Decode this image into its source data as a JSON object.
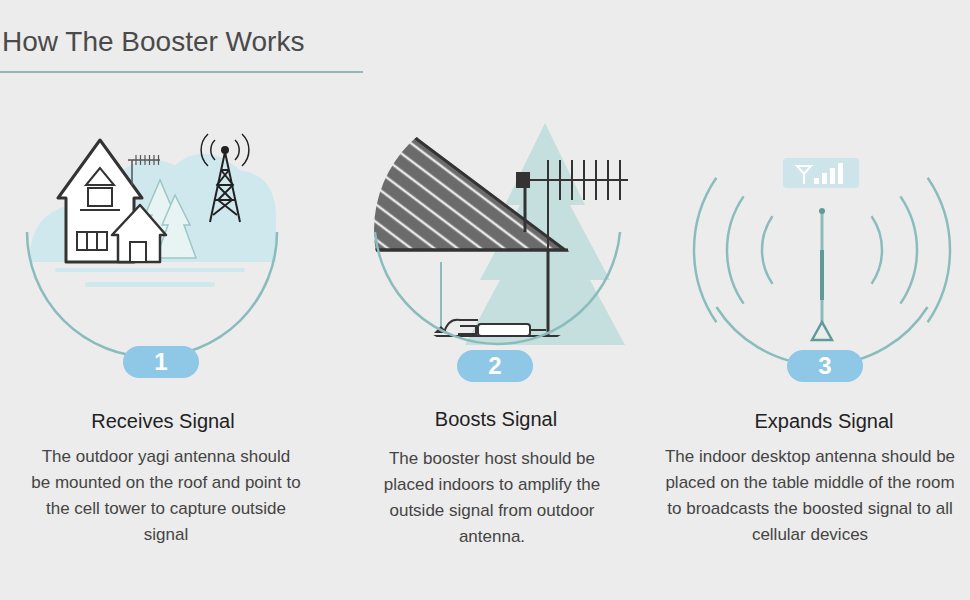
{
  "diagram": {
    "title": "How The Booster Works",
    "nodes": [
      {
        "text": [
          "1"
        ]
      },
      {
        "text": [
          "2"
        ]
      },
      {
        "text": [
          "3"
        ]
      }
    ],
    "labels": [
      "Receives Signal",
      "The outdoor yagi antenna should be mounted on the roof and point to the cell tower to capture outside signal",
      "Boosts Signal",
      "The booster host should be placed indoors to amplify the outside signal from outdoor antenna.",
      "Expands Signal",
      "The indoor desktop antenna should be placed on the table middle of the room to broadcasts the boosted signal to all cellular devices"
    ]
  }
}
